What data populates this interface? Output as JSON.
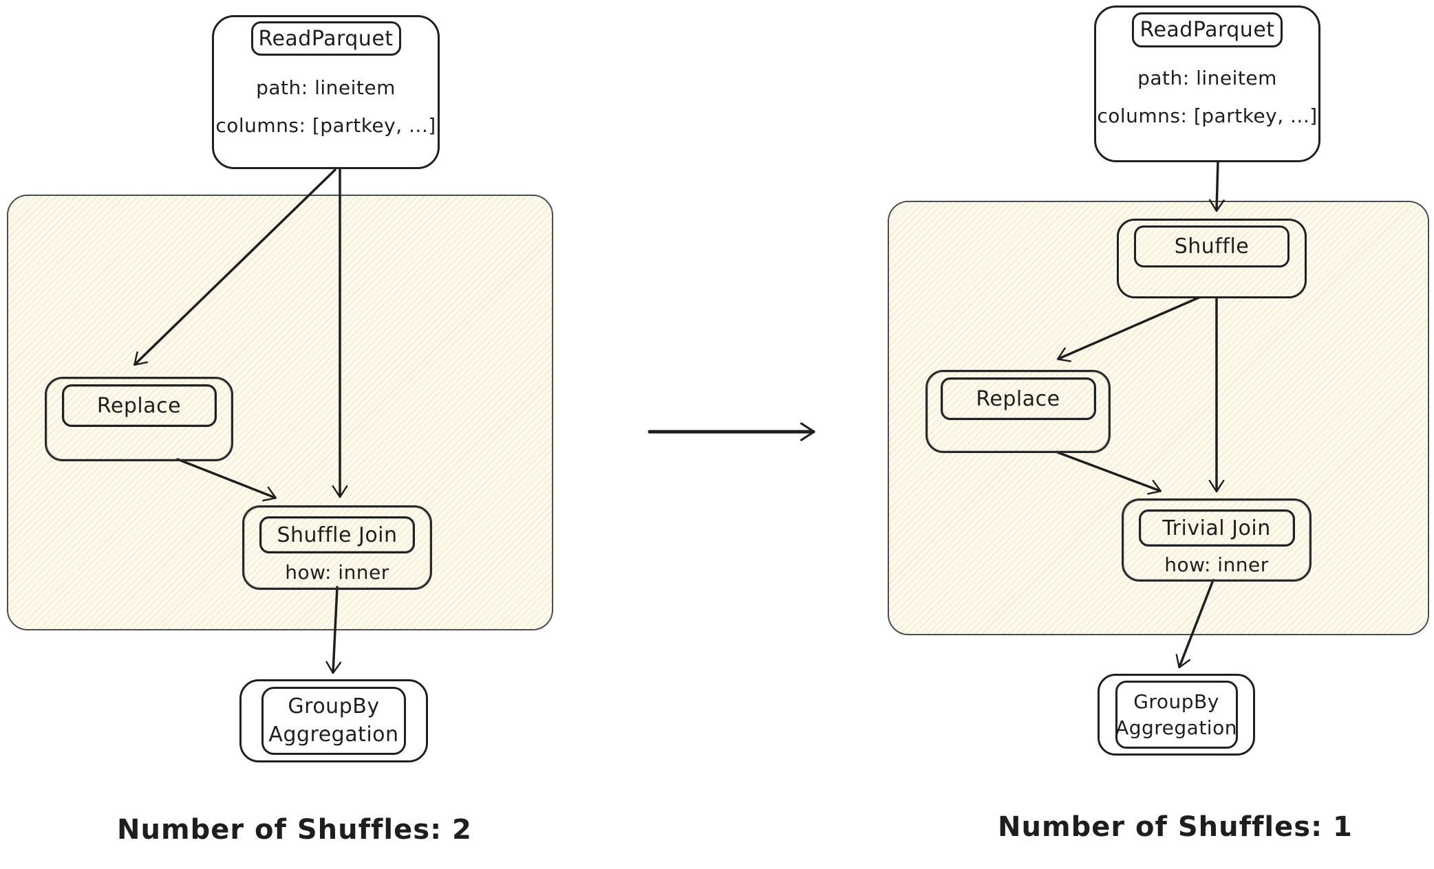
{
  "left": {
    "read_parquet": {
      "title": "ReadParquet",
      "detail1": "path: lineitem",
      "detail2": "columns: [partkey, ...]"
    },
    "replace": {
      "title": "Replace"
    },
    "shuffle_join": {
      "title": "Shuffle Join",
      "detail": "how: inner"
    },
    "groupby": {
      "line1": "GroupBy",
      "line2": "Aggregation"
    },
    "caption": "Number of Shuffles: 2"
  },
  "right": {
    "read_parquet": {
      "title": "ReadParquet",
      "detail1": "path: lineitem",
      "detail2": "columns: [partkey, ...]"
    },
    "shuffle": {
      "title": "Shuffle"
    },
    "replace": {
      "title": "Replace"
    },
    "trivial_join": {
      "title": "Trivial Join",
      "detail": "how: inner"
    },
    "groupby": {
      "line1": "GroupBy",
      "line2": "Aggregation"
    },
    "caption": "Number of Shuffles: 1"
  },
  "colors": {
    "stroke": "#1e1e1e",
    "container_fill": "#fcf9ef",
    "hatch_line": "#e8d896",
    "background": "#ffffff"
  }
}
